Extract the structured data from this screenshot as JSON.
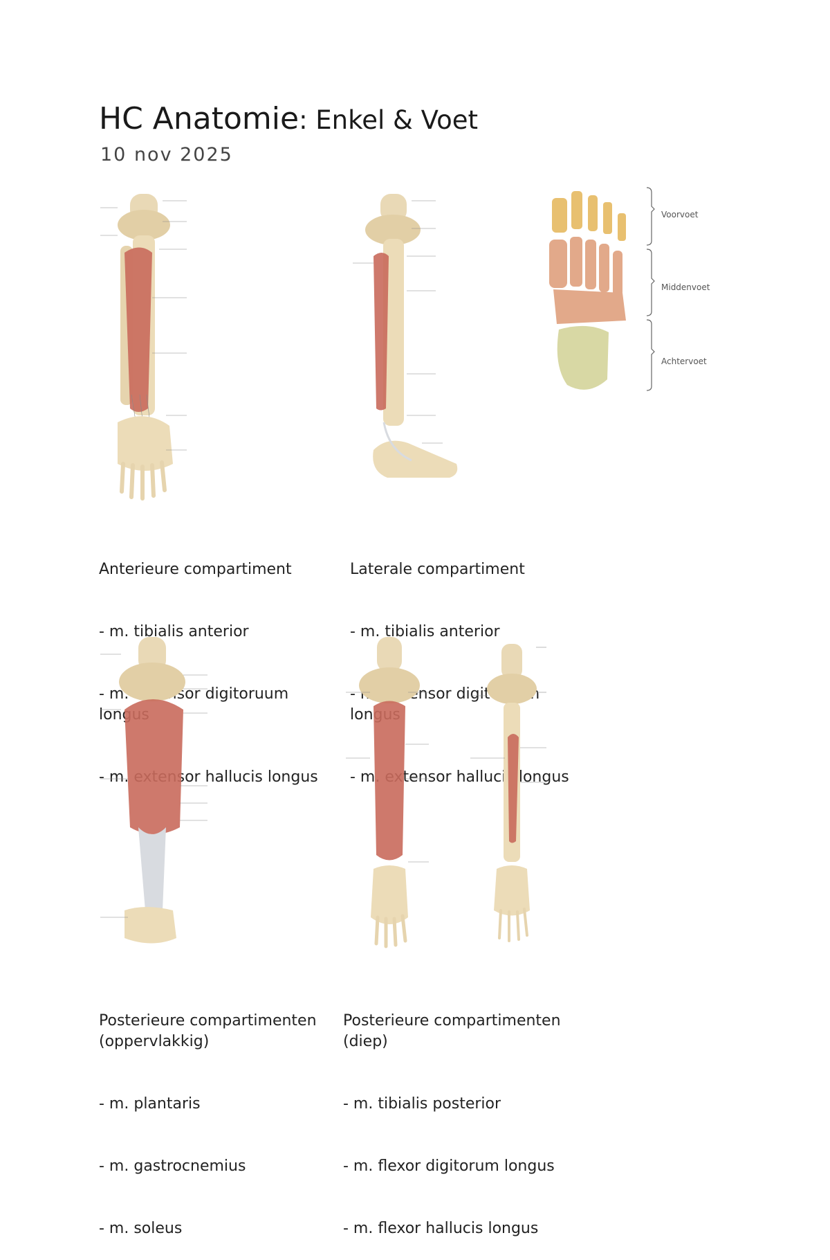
{
  "header": {
    "title_main": "HC Anatomie",
    "title_sub": ": Enkel & Voet",
    "date": "10 nov 2025"
  },
  "foot_regions": {
    "forefoot": "Voorvoet",
    "midfoot": "Middenvoet",
    "hindfoot": "Achtervoet"
  },
  "sections": [
    {
      "title": "Anterieure compartiment",
      "items": [
        "- m. tibialis anterior",
        "- m. extensor digitoruum longus",
        "- m. extensor hallucis longus"
      ]
    },
    {
      "title": "Laterale compartiment",
      "items": [
        "- m. tibialis anterior",
        "- m. extensor digitoruum longus",
        "- m. extensor hallucis longus"
      ]
    },
    {
      "title": "Posterieure compartimenten (oppervlakkig)",
      "items": [
        "- m. plantaris",
        "- m. gastrocnemius",
        "- m. soleus"
      ]
    },
    {
      "title": "Posterieure compartimenten (diep)",
      "items": [
        "- m. tibialis posterior",
        "- m. flexor digitorum longus",
        "- m. flexor hallucis longus"
      ]
    }
  ],
  "colors": {
    "bone": "#e9d9b6",
    "muscle": "#c96a5c",
    "tendon": "#d8dbe0",
    "talus": "#d8d8a4",
    "metatarsal": "#e2a98a",
    "phalanx": "#e8c070"
  }
}
